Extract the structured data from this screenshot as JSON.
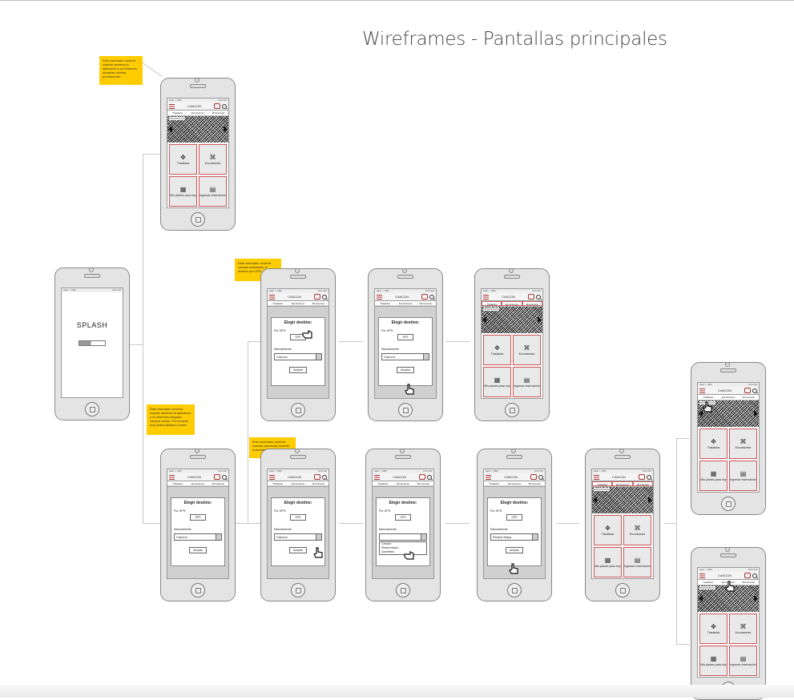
{
  "title": "Wireframes - Pantallas principales",
  "notes": {
    "scenario_pre": "Este escenario ocurrirá cuando abrimos la aplicación y ya tenemos compras hechas previamente.",
    "scenario_gps": "Este escenario ocurrirá cuando activamos el destino por GPS",
    "scenario_none": "Este escenario ocurrirá cuando abrimos la aplicación y no tenemos ninguna compra hecha. Por lo tanto nos pedirá destino y hotel.",
    "scenario_manual": "Este escenario ocurrirá cuando queremos hacerlo manualmente"
  },
  "statusbar": {
    "carrier": "●●●○○ ABC",
    "time": "9:04 AM"
  },
  "header": {
    "destination": "CANCÚN"
  },
  "tabs": [
    "Traslados",
    "Excursiones",
    "Mi itinerario"
  ],
  "hero_label": "XXXXXXXXXX",
  "tiles": [
    {
      "icon": "✥",
      "label": "Traslados"
    },
    {
      "icon": "⌘",
      "label": "Excursiones"
    },
    {
      "icon": "▦",
      "label": "Mis planes para hoy"
    },
    {
      "icon": "▤",
      "label": "Ingresar reservación"
    }
  ],
  "splash": {
    "text": "SPLASH"
  },
  "modal": {
    "title": "Elegir destino:",
    "gps_label": "Por GPS:",
    "gps_button": "GPS",
    "manual_label": "Manualmente",
    "accept": "Aceptar",
    "options": [
      "Cancún",
      "Riviera Maya",
      "Querétaro"
    ]
  },
  "selected": {
    "cancun": "Cancún",
    "riviera": "Riviera Maya"
  }
}
